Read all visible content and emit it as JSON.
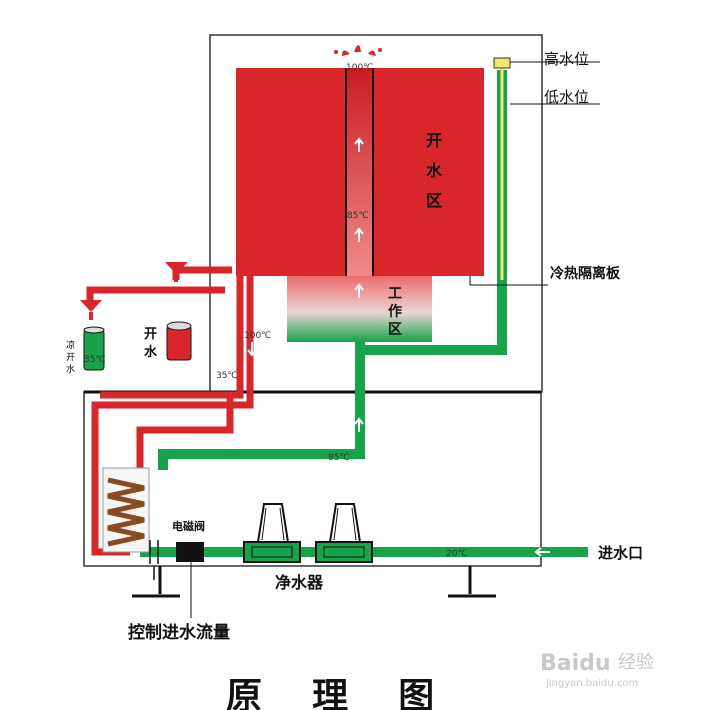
{
  "labels": {
    "high_level": "高水位",
    "low_level": "低水位",
    "boiling_zone": [
      "开",
      "水",
      "区"
    ],
    "working_zone": [
      "工",
      "作",
      "区"
    ],
    "separator": "冷热隔离板",
    "cool_water": [
      "凉",
      "开",
      "水"
    ],
    "boiled_water": [
      "开",
      "水"
    ],
    "solenoid": "电磁阀",
    "purifier": "净水器",
    "inlet": "进水口",
    "flow_control": "控制进水流量",
    "title": "原    理    图"
  },
  "temps": {
    "top": "100℃",
    "mid": "85℃",
    "pipe_hot": "100℃",
    "pipe_cool": "35℃",
    "green_pipe": "85℃",
    "inlet": "20℃",
    "cup": "35℃"
  },
  "watermark": {
    "brand": "Baidu",
    "cn": "经验",
    "url": "jingyan.baidu.com"
  },
  "colors": {
    "red": "#d8262a",
    "green": "#16a34a",
    "frame": "#222222",
    "divider": "#111111"
  }
}
